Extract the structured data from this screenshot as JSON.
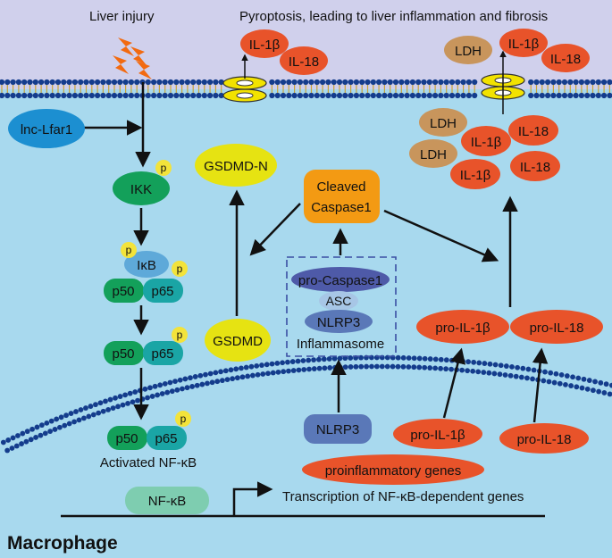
{
  "top": {
    "liver_injury": "Liver injury",
    "pyroptosis": "Pyroptosis, leading to liver inflammation and fibrosis"
  },
  "cell": {
    "label": "Macrophage"
  },
  "signaling": {
    "lnc": "lnc-Lfar1",
    "ikk": "IKK",
    "ikb": "IκB",
    "p50": "p50",
    "p65": "p65",
    "p": "p",
    "activated": "Activated NF-κB",
    "nfkb": "NF-κB"
  },
  "inflammasome": {
    "pro_caspase": "pro-Caspase1",
    "asc": "ASC",
    "nlrp3": "NLRP3",
    "label": "Inflammasome",
    "nlrp3_nucleus": "NLRP3"
  },
  "caspase": {
    "line1": "Cleaved",
    "line2": "Caspase1"
  },
  "gsdmd": {
    "n": "GSDMD-N",
    "full": "GSDMD"
  },
  "cytokines": {
    "il1b": "IL-1β",
    "il18": "IL-18",
    "ldh": "LDH",
    "pro_il1b": "pro-IL-1β",
    "pro_il18": "pro-IL-18"
  },
  "nucleus": {
    "genes": "proinflammatory genes",
    "transcription": "Transcription of  NF-κB-dependent genes"
  },
  "colors": {
    "outside": "#d0d0ec",
    "cytoplasm": "#a8d9ee",
    "membrane_bead": "#143c8c",
    "membrane_tail": "#c9a43a",
    "ikk_green": "#13a05a",
    "p65_teal": "#1aa5a5",
    "ikb_blue": "#5ea9d9",
    "phospho_yellow": "#f3e33a",
    "lnc_blue": "#1c8fd1",
    "gsdmd_yellow": "#e6e312",
    "caspase_orange": "#f39a13",
    "il_red": "#e8532a",
    "ldh_tan": "#c8955c",
    "nlrp3_blue": "#5a78b8",
    "procasp_purple": "#4e5aa8",
    "asc_lightblue": "#a7c6e6",
    "nfkb_green": "#7ecdb0",
    "pore_yellow": "#f2e200"
  }
}
